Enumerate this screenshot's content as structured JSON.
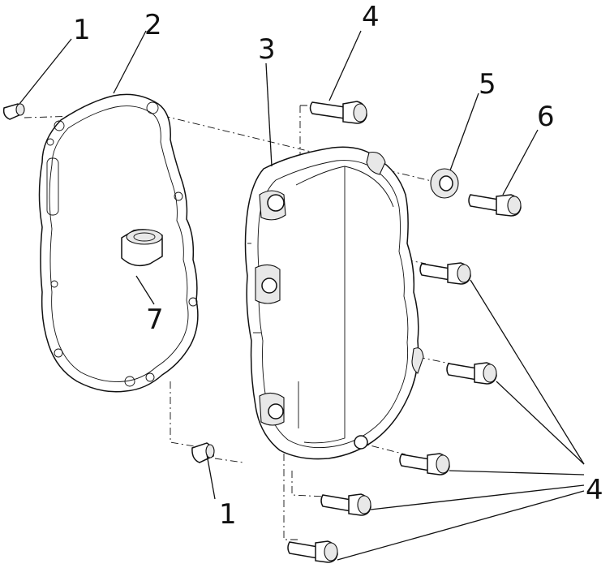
{
  "diagram": {
    "callouts": {
      "c1_top": "1",
      "c2": "2",
      "c3": "3",
      "c4_top": "4",
      "c5": "5",
      "c6": "6",
      "c7": "7",
      "c1_bottom": "1",
      "c4_group": "4"
    }
  }
}
